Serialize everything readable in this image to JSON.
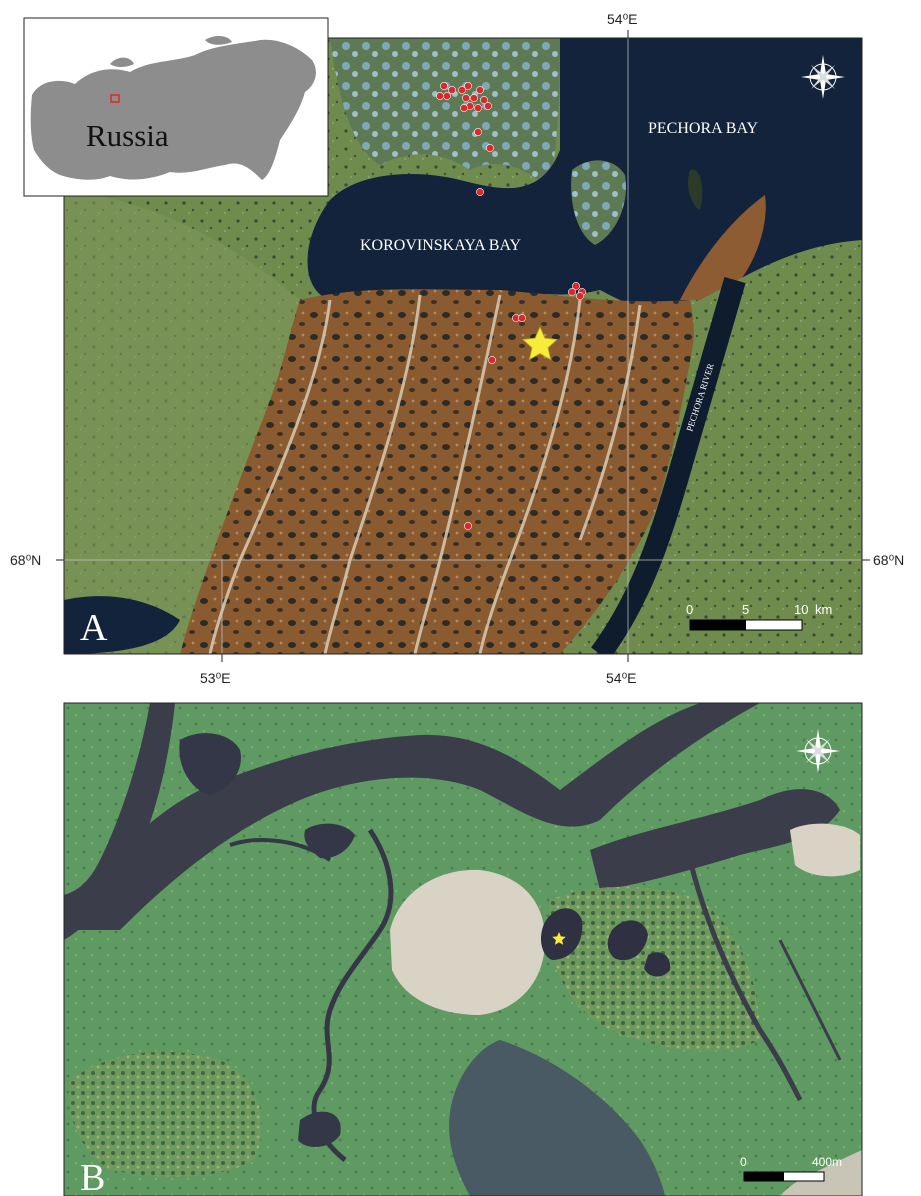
{
  "panel_a": {
    "letter": "A",
    "inset_label": "Russia",
    "water_labels": {
      "pechora_bay": "PECHORA BAY",
      "korovinskaya_bay": "KOROVINSKAYA BAY",
      "pechora_river": "PECHORA RIVER"
    },
    "graticule": {
      "top_lon": "54⁰E",
      "bottom_lon_1": "53⁰E",
      "bottom_lon_2": "54⁰E",
      "left_lat": "68⁰N",
      "right_lat": "68⁰N"
    },
    "scale": {
      "ticks": [
        "0",
        "5",
        "10"
      ],
      "unit": "km"
    },
    "sample_points": [
      [
        444,
        86
      ],
      [
        440,
        96
      ],
      [
        447,
        96
      ],
      [
        452,
        90
      ],
      [
        462,
        90
      ],
      [
        468,
        86
      ],
      [
        480,
        90
      ],
      [
        466,
        98
      ],
      [
        474,
        98
      ],
      [
        484,
        100
      ],
      [
        470,
        106
      ],
      [
        478,
        108
      ],
      [
        488,
        106
      ],
      [
        464,
        108
      ],
      [
        478,
        132
      ],
      [
        490,
        148
      ],
      [
        480,
        192
      ],
      [
        576,
        286
      ],
      [
        582,
        292
      ],
      [
        572,
        292
      ],
      [
        580,
        296
      ],
      [
        516,
        318
      ],
      [
        522,
        318
      ],
      [
        492,
        360
      ],
      [
        468,
        526
      ]
    ],
    "colors": {
      "sea": "#13233b",
      "tundra": "#6e8a4d",
      "delta": "#8a5a32",
      "point": "#e0262a",
      "star": "#f7ec3a"
    }
  },
  "panel_b": {
    "letter": "B",
    "scale": {
      "ticks": [
        "0",
        "400m"
      ]
    },
    "colors": {
      "grass": "#5f9a63",
      "water": "#343748",
      "bare": "#d8d3c4",
      "star": "#f7ec3a"
    }
  }
}
